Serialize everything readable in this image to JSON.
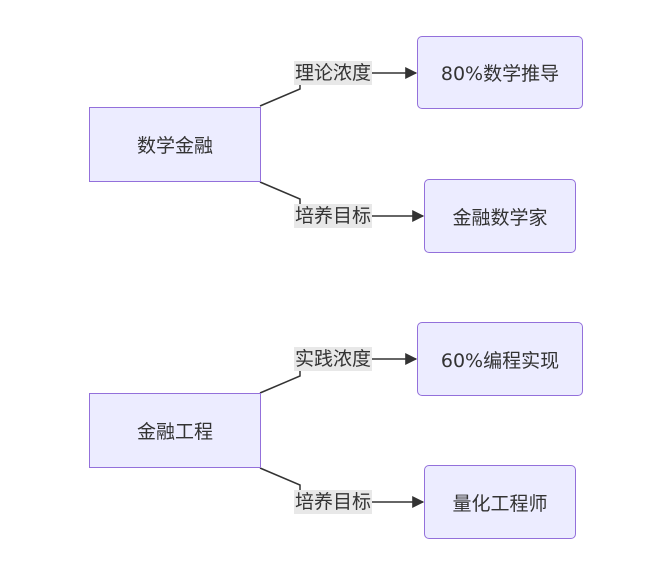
{
  "diagram": {
    "groups": [
      {
        "source": "数学金融",
        "edges": [
          {
            "label": "理论浓度",
            "target": "80%数学推导"
          },
          {
            "label": "培养目标",
            "target": "金融数学家"
          }
        ]
      },
      {
        "source": "金融工程",
        "edges": [
          {
            "label": "实践浓度",
            "target": "60%编程实现"
          },
          {
            "label": "培养目标",
            "target": "量化工程师"
          }
        ]
      }
    ],
    "colors": {
      "node_fill": "#ececff",
      "node_border": "#9370db",
      "edge": "#333333",
      "label_bg": "#e8e8e8",
      "text": "#333333"
    }
  }
}
